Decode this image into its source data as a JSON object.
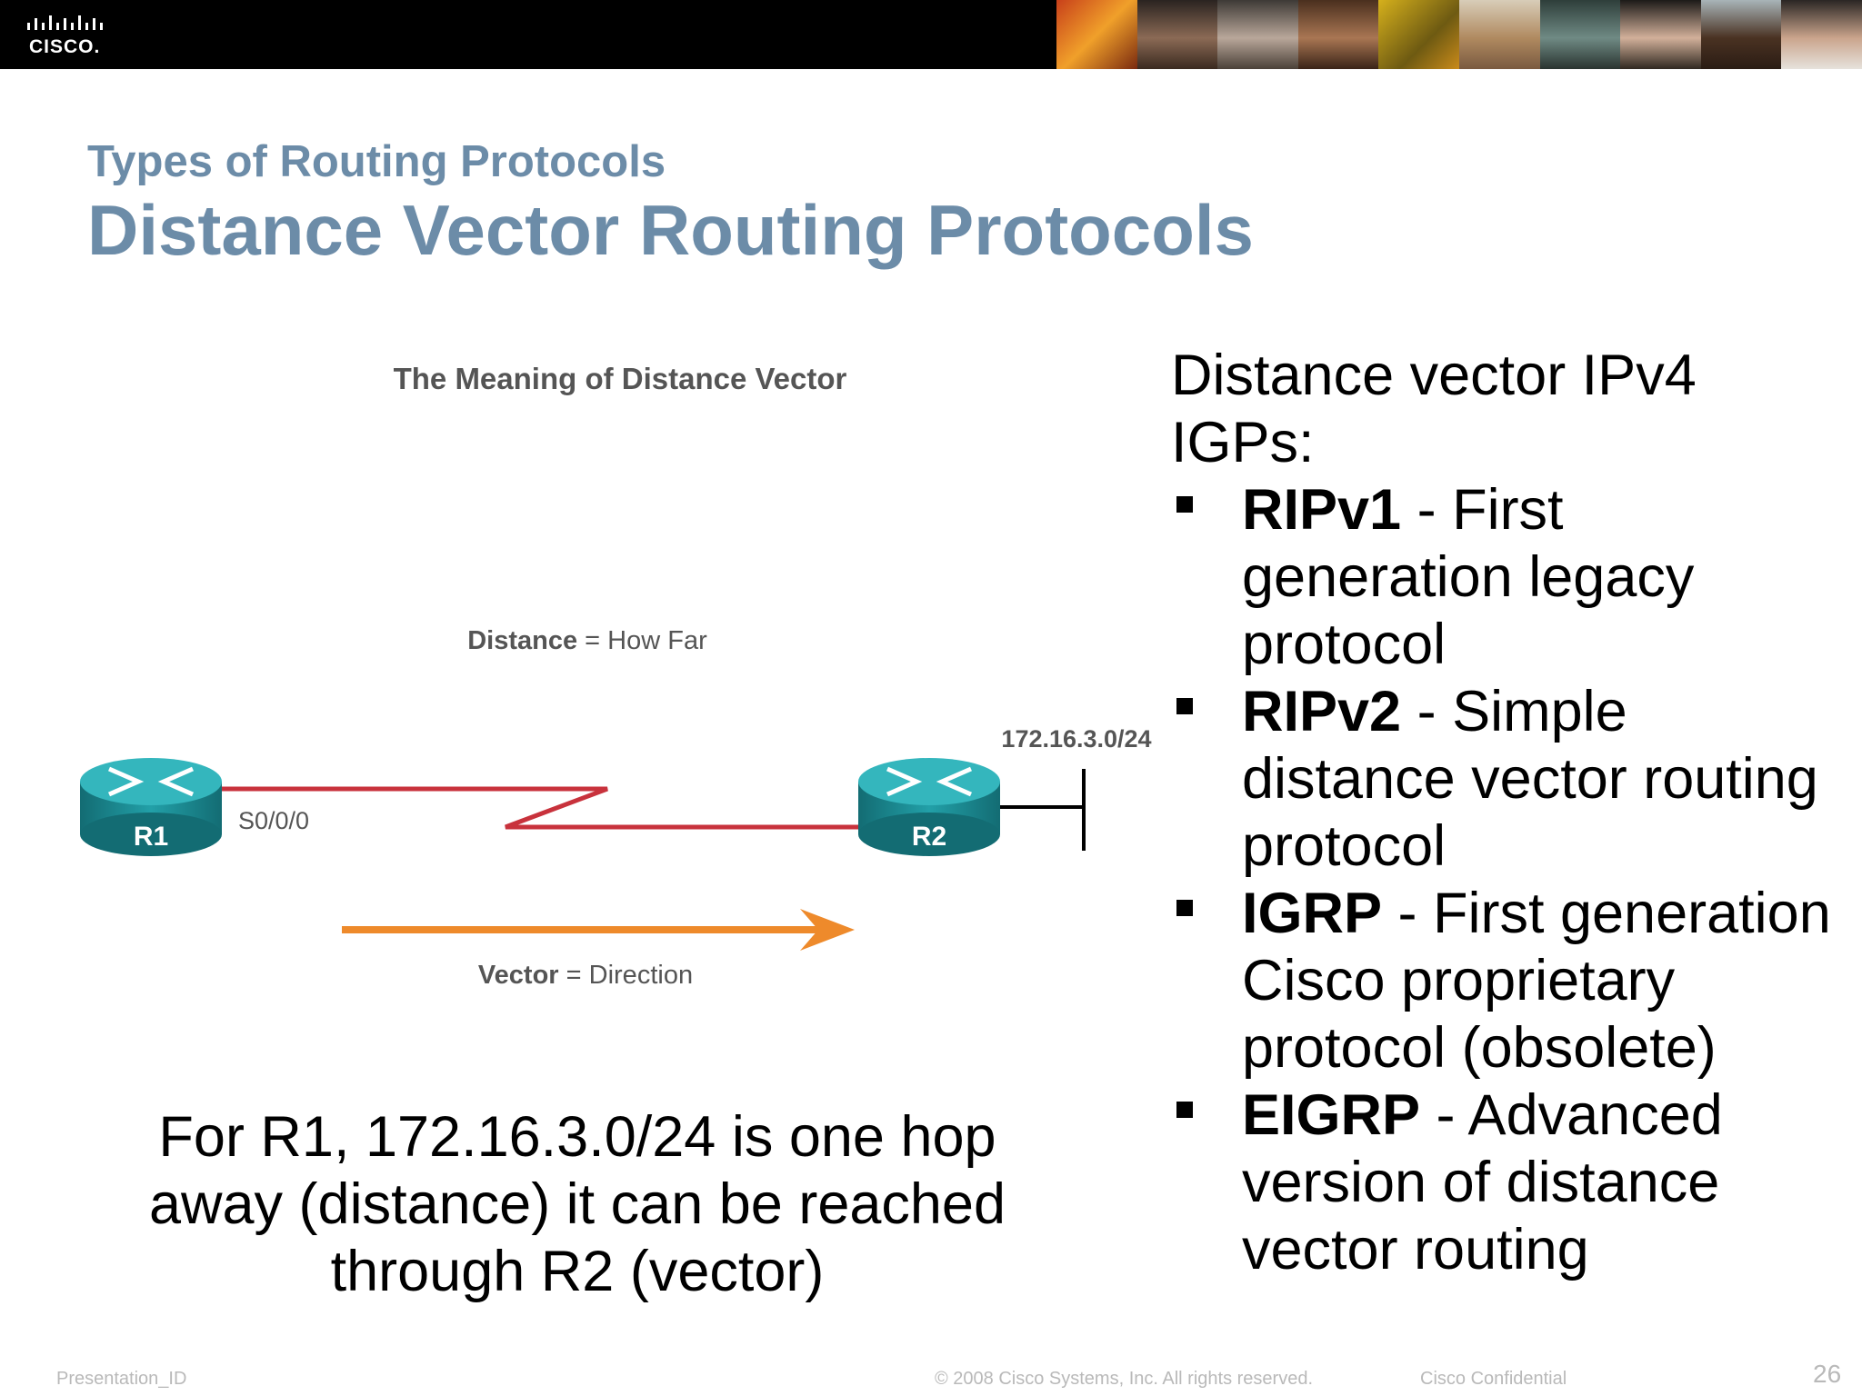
{
  "header": {
    "logo_text": "CISCO."
  },
  "slide": {
    "subtitle": "Types of Routing Protocols",
    "title": "Distance Vector Routing Protocols"
  },
  "diagram": {
    "title": "The Meaning of Distance Vector",
    "distance_label_bold": "Distance",
    "distance_label_rest": " = How Far",
    "vector_label_bold": "Vector",
    "vector_label_rest": " = Direction",
    "router1": "R1",
    "router2": "R2",
    "interface": "S0/0/0",
    "network": "172.16.3.0/24",
    "colors": {
      "router": "#1f8f97",
      "serial_link": "#c8323c",
      "arrow": "#ee8a2b"
    }
  },
  "caption": "For R1, 172.16.3.0/24 is one hop away (distance) it can be reached through R2 (vector)",
  "list": {
    "intro": "Distance vector IPv4 IGPs:",
    "items": [
      {
        "name": "RIPv1",
        "desc": " - First generation legacy protocol"
      },
      {
        "name": "RIPv2",
        "desc": " - Simple distance vector routing protocol"
      },
      {
        "name": "IGRP",
        "desc": " - First generation Cisco proprietary protocol (obsolete)"
      },
      {
        "name": "EIGRP",
        "desc": " - Advanced version of distance vector routing"
      }
    ]
  },
  "footer": {
    "presentation_id": "Presentation_ID",
    "copyright": "© 2008 Cisco Systems, Inc. All rights reserved.",
    "confidential": "Cisco Confidential",
    "page": "26"
  }
}
